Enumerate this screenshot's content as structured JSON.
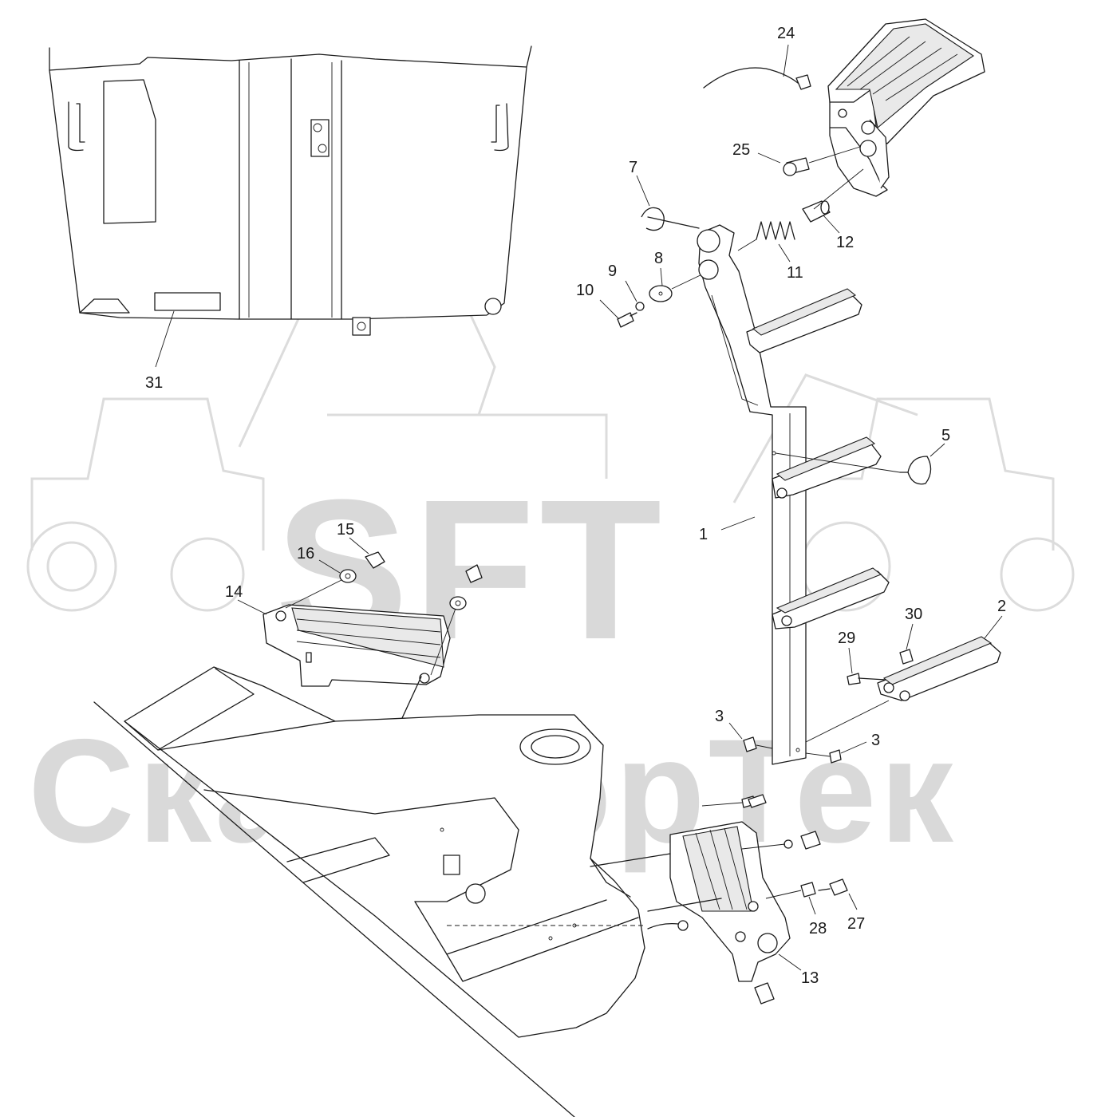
{
  "watermark": {
    "logo_text": "SFT",
    "company_name": "СканФорТек"
  },
  "callouts": [
    {
      "id": "c1",
      "label": "1"
    },
    {
      "id": "c2",
      "label": "2"
    },
    {
      "id": "c3a",
      "label": "3"
    },
    {
      "id": "c3b",
      "label": "3"
    },
    {
      "id": "c5",
      "label": "5"
    },
    {
      "id": "c7",
      "label": "7"
    },
    {
      "id": "c8",
      "label": "8"
    },
    {
      "id": "c9",
      "label": "9"
    },
    {
      "id": "c10",
      "label": "10"
    },
    {
      "id": "c11",
      "label": "11"
    },
    {
      "id": "c12",
      "label": "12"
    },
    {
      "id": "c13",
      "label": "13"
    },
    {
      "id": "c14",
      "label": "14"
    },
    {
      "id": "c15",
      "label": "15"
    },
    {
      "id": "c16",
      "label": "16"
    },
    {
      "id": "c24",
      "label": "24"
    },
    {
      "id": "c25",
      "label": "25"
    },
    {
      "id": "c27",
      "label": "27"
    },
    {
      "id": "c28",
      "label": "28"
    },
    {
      "id": "c29",
      "label": "29"
    },
    {
      "id": "c30",
      "label": "30"
    },
    {
      "id": "c31",
      "label": "31"
    }
  ]
}
